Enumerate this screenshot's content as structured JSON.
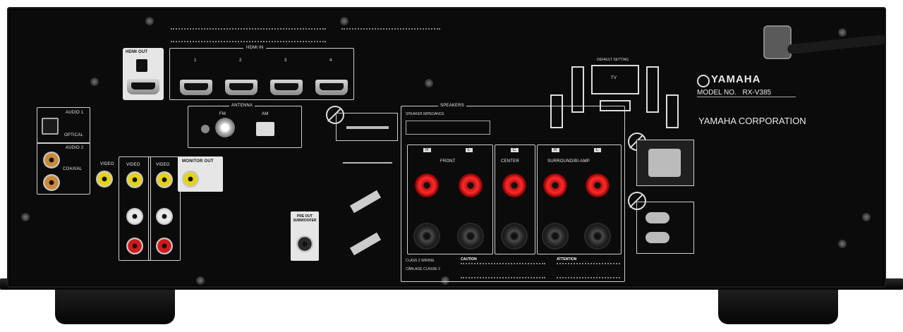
{
  "brand": {
    "name": "YAMAHA",
    "model_label": "MODEL NO.",
    "model": "RX-V385",
    "corporation": "YAMAHA CORPORATION"
  },
  "labels": {
    "hdmi_out": "HDMI OUT",
    "hdmi_in": "HDMI IN",
    "hdmi_nums": [
      "1",
      "2",
      "3",
      "4"
    ],
    "antenna": "ANTENNA",
    "fm": "FM",
    "am": "AM",
    "tv": "TV",
    "speakers": "SPEAKERS",
    "front": "FRONT",
    "center": "CENTER",
    "surround": "SURROUND/BI-AMP",
    "audio1": "AUDIO 1",
    "audio2": "AUDIO 2",
    "optical": "OPTICAL",
    "coaxial": "COAXIAL",
    "video": "VIDEO",
    "monitor_out": "MONITOR OUT",
    "subwoofer": "PRE OUT SUBWOOFER",
    "default_setting": "DEFAULT SETTING",
    "caution": "CAUTION",
    "attention": "ATTENTION",
    "class2": "CLASS 2 WIRING",
    "cablage": "CÂBLAGE CLASSE 2",
    "speaker_impedance": "SPEAKER IMPEDANCE",
    "ch_labels": [
      "R",
      "L",
      "C",
      "R",
      "L"
    ]
  },
  "colors": {
    "chassis": "#0b0b0b",
    "red_terminal": "#ff2a2a",
    "yellow_video": "#e6d21a",
    "white_audio": "#e8e8e8",
    "red_audio": "#d11a1a"
  }
}
